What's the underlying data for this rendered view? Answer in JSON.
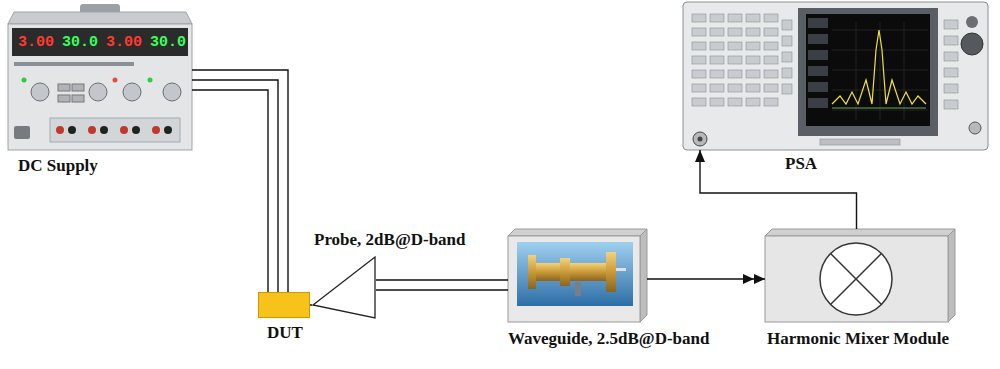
{
  "diagram": {
    "nodes": [
      {
        "text": [
          "DC Supply"
        ]
      },
      {
        "text": [
          "PSA"
        ]
      },
      {
        "text": [
          "DUT"
        ]
      },
      {
        "text": [
          "Probe, 2dB@D-band"
        ]
      },
      {
        "text": [
          "Waveguide, 2.5dB@D-band"
        ]
      },
      {
        "text": [
          "Harmonic Mixer Module"
        ]
      }
    ],
    "edges": [
      {
        "from": 0,
        "to": 2,
        "arrow": "none"
      },
      {
        "from": 2,
        "to": 3,
        "arrow": "none"
      },
      {
        "from": 3,
        "to": 4,
        "arrow": "none"
      },
      {
        "from": 4,
        "to": 5,
        "arrow": "to"
      },
      {
        "from": 5,
        "to": 1,
        "arrow": "to"
      }
    ],
    "labels": [
      "3.00",
      "30.0",
      "3.00",
      "30.0"
    ]
  }
}
